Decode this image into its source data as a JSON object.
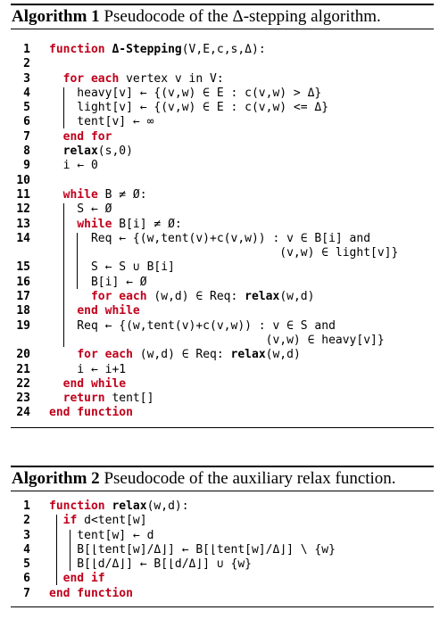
{
  "algorithm1": {
    "caption_bold": "Algorithm 1",
    "caption_text": "Pseudocode of the Δ-stepping algorithm.",
    "lines": [
      {
        "n": "1",
        "parts": [
          {
            "t": "function ",
            "c": "kw"
          },
          {
            "t": "Δ-Stepping",
            "c": "fn"
          },
          {
            "t": "(V,E,c,s,Δ):",
            "c": ""
          }
        ]
      },
      {
        "n": "2",
        "parts": []
      },
      {
        "n": "3",
        "parts": [
          {
            "t": "  ",
            "c": ""
          },
          {
            "t": "for each",
            "c": "kw"
          },
          {
            "t": " vertex v in V:",
            "c": ""
          }
        ]
      },
      {
        "n": "4",
        "parts": [
          {
            "t": "    heavy[v] ← {(v,w) ∈ E : c(v,w) > Δ}",
            "c": ""
          }
        ]
      },
      {
        "n": "5",
        "parts": [
          {
            "t": "    light[v] ← {(v,w) ∈ E : c(v,w) <= Δ}",
            "c": ""
          }
        ]
      },
      {
        "n": "6",
        "parts": [
          {
            "t": "    tent[v] ← ∞",
            "c": ""
          }
        ]
      },
      {
        "n": "7",
        "parts": [
          {
            "t": "  ",
            "c": ""
          },
          {
            "t": "end for",
            "c": "kw"
          }
        ]
      },
      {
        "n": "8",
        "parts": [
          {
            "t": "  ",
            "c": ""
          },
          {
            "t": "relax",
            "c": "fn"
          },
          {
            "t": "(s,0)",
            "c": ""
          }
        ]
      },
      {
        "n": "9",
        "parts": [
          {
            "t": "  i ← 0",
            "c": ""
          }
        ]
      },
      {
        "n": "10",
        "parts": []
      },
      {
        "n": "11",
        "parts": [
          {
            "t": "  ",
            "c": ""
          },
          {
            "t": "while",
            "c": "kw"
          },
          {
            "t": " B ≠ Ø:",
            "c": ""
          }
        ]
      },
      {
        "n": "12",
        "parts": [
          {
            "t": "    S ← Ø",
            "c": ""
          }
        ]
      },
      {
        "n": "13",
        "parts": [
          {
            "t": "    ",
            "c": ""
          },
          {
            "t": "while",
            "c": "kw"
          },
          {
            "t": " B[i] ≠ Ø:",
            "c": ""
          }
        ]
      },
      {
        "n": "14",
        "parts": [
          {
            "t": "      Req ← {(w,tent(v)+c(v,w)) : v ∈ B[i] and",
            "c": ""
          }
        ]
      },
      {
        "n": "",
        "parts": [
          {
            "t": "                                 (v,w) ∈ light[v]}",
            "c": ""
          }
        ]
      },
      {
        "n": "15",
        "parts": [
          {
            "t": "      S ← S ∪ B[i]",
            "c": ""
          }
        ]
      },
      {
        "n": "16",
        "parts": [
          {
            "t": "      B[i] ← Ø",
            "c": ""
          }
        ]
      },
      {
        "n": "17",
        "parts": [
          {
            "t": "      ",
            "c": ""
          },
          {
            "t": "for each",
            "c": "kw"
          },
          {
            "t": " (w,d) ∈ Req: ",
            "c": ""
          },
          {
            "t": "relax",
            "c": "fn"
          },
          {
            "t": "(w,d)",
            "c": ""
          }
        ]
      },
      {
        "n": "18",
        "parts": [
          {
            "t": "    ",
            "c": ""
          },
          {
            "t": "end while",
            "c": "kw"
          }
        ]
      },
      {
        "n": "19",
        "parts": [
          {
            "t": "    Req ← {(w,tent(v)+c(v,w)) : v ∈ S and",
            "c": ""
          }
        ]
      },
      {
        "n": "",
        "parts": [
          {
            "t": "                               (v,w) ∈ heavy[v]}",
            "c": ""
          }
        ]
      },
      {
        "n": "20",
        "parts": [
          {
            "t": "    ",
            "c": ""
          },
          {
            "t": "for each",
            "c": "kw"
          },
          {
            "t": " (w,d) ∈ Req: ",
            "c": ""
          },
          {
            "t": "relax",
            "c": "fn"
          },
          {
            "t": "(w,d)",
            "c": ""
          }
        ]
      },
      {
        "n": "21",
        "parts": [
          {
            "t": "    i ← i+1",
            "c": ""
          }
        ]
      },
      {
        "n": "22",
        "parts": [
          {
            "t": "  ",
            "c": ""
          },
          {
            "t": "end while",
            "c": "kw"
          }
        ]
      },
      {
        "n": "23",
        "parts": [
          {
            "t": "  ",
            "c": ""
          },
          {
            "t": "return",
            "c": "kw"
          },
          {
            "t": " tent[]",
            "c": ""
          }
        ]
      },
      {
        "n": "24",
        "parts": [
          {
            "t": "end function",
            "c": "kw"
          }
        ]
      }
    ]
  },
  "algorithm2": {
    "caption_bold": "Algorithm 2",
    "caption_text": "Pseudocode of the auxiliary relax function.",
    "lines": [
      {
        "n": "1",
        "parts": [
          {
            "t": "function ",
            "c": "kw"
          },
          {
            "t": "relax",
            "c": "fn"
          },
          {
            "t": "(w,d):",
            "c": ""
          }
        ]
      },
      {
        "n": "2",
        "parts": [
          {
            "t": "  ",
            "c": ""
          },
          {
            "t": "if",
            "c": "kw"
          },
          {
            "t": " d<tent[w]",
            "c": ""
          }
        ]
      },
      {
        "n": "3",
        "parts": [
          {
            "t": "    tent[w] ← d",
            "c": ""
          }
        ]
      },
      {
        "n": "4",
        "parts": [
          {
            "t": "    B[⌊tent[w]/Δ⌋] ← B[⌊tent[w]/Δ⌋] \\ {w}",
            "c": ""
          }
        ]
      },
      {
        "n": "5",
        "parts": [
          {
            "t": "    B[⌊d/Δ⌋] ← B[⌊d/Δ⌋] ∪ {w}",
            "c": ""
          }
        ]
      },
      {
        "n": "6",
        "parts": [
          {
            "t": "  ",
            "c": ""
          },
          {
            "t": "end if",
            "c": "kw"
          }
        ]
      },
      {
        "n": "7",
        "parts": [
          {
            "t": "end function",
            "c": "kw"
          }
        ]
      }
    ]
  },
  "colors": {
    "keyword": "#c0001b",
    "text": "#000000"
  }
}
